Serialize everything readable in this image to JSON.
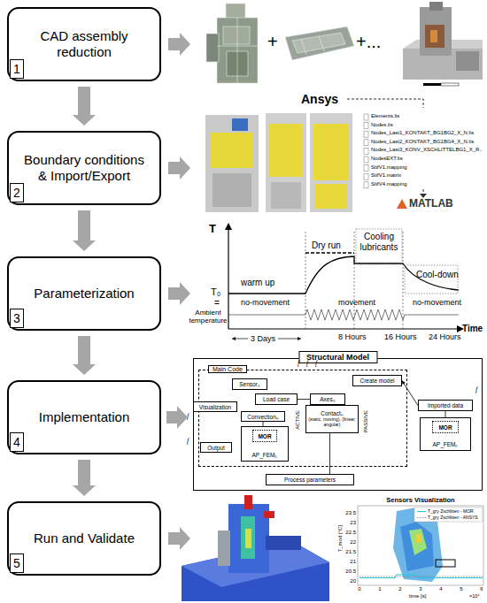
{
  "diagram": {
    "nodes": [
      {
        "text": [
          "CAD assembly reduction"
        ]
      },
      {
        "text": [
          "1"
        ],
        "in": 0
      },
      {
        "text": [
          "Boundary conditions & Import/Export"
        ]
      },
      {
        "text": [
          "2"
        ],
        "in": 2
      },
      {
        "text": [
          "Parameterization"
        ]
      },
      {
        "text": [
          "3"
        ],
        "in": 4
      },
      {
        "text": [
          "Implementation"
        ]
      },
      {
        "text": [
          "4"
        ],
        "in": 6
      },
      {
        "text": [
          "Run and Validate"
        ]
      },
      {
        "text": [
          "5"
        ],
        "in": 8
      },
      {
        "text": [
          "Structural Model"
        ]
      },
      {
        "text": [
          "Main Code"
        ],
        "in": 10
      },
      {
        "text": [
          "Sensorₙ"
        ],
        "in": 11
      },
      {
        "text": [
          "Create model"
        ],
        "in": 11
      },
      {
        "text": [
          "Load case"
        ],
        "in": 11
      },
      {
        "text": [
          "Axesₙ"
        ],
        "in": 11
      },
      {
        "text": [
          "Visualization"
        ],
        "in": 10
      },
      {
        "text": [
          "Convectionₙ"
        ],
        "in": 11
      },
      {
        "text": [
          "Contactₙ",
          "(static, moving), (linear, angular)"
        ],
        "in": 11
      },
      {
        "text": [
          "AP_FEMₙ"
        ],
        "in": 11
      },
      {
        "text": [
          "MOR"
        ],
        "in": 19
      },
      {
        "text": [
          "Output"
        ],
        "in": 10
      },
      {
        "text": [
          "Imported data"
        ],
        "in": 10
      },
      {
        "text": [
          "AP_FEMₙ"
        ],
        "in": 10
      },
      {
        "text": [
          "MOR"
        ],
        "in": 23
      },
      {
        "text": [
          "Process parameters"
        ],
        "in": 10
      }
    ],
    "edges": [
      {
        "from": 0,
        "to": 2,
        "arrow": "to"
      },
      {
        "from": 2,
        "to": 4,
        "arrow": "to"
      },
      {
        "from": 4,
        "to": 6,
        "arrow": "to"
      },
      {
        "from": 6,
        "to": 8,
        "arrow": "to"
      },
      {
        "from": 6,
        "to": 10,
        "arrow": "to"
      },
      {
        "from": 14,
        "to": 15,
        "arrow": "none"
      },
      {
        "from": 17,
        "to": 19,
        "arrow": "none"
      },
      {
        "from": 18,
        "to": 25,
        "arrow": "none"
      },
      {
        "from": 22,
        "to": 23,
        "arrow": "none"
      },
      {
        "from": 22,
        "to": 13,
        "arrow": "to"
      }
    ],
    "labels": [
      "+",
      "+...",
      "Ansys",
      "Elements.lis",
      "Nodes.lis",
      "Nodes_Last1_KONTAKT_BG1BG2_X_N.lis",
      "Nodes_Last2_KONTAKT_BG1BG4_X_N.lis",
      "Nodes_Last3_KONV_XSCHLITTELBG1_X_R..",
      "NodesEXT.lis",
      "StifV1.mapping",
      "StifV1.matrix",
      "StifV4.mapping",
      "MATLAB",
      "T",
      "warm up",
      "Dry run",
      "Cooling lubricants",
      "Cool-down",
      "T₀",
      "=",
      "Ambient temperature",
      "no-movement",
      "movement",
      "no-movement",
      "3 Days",
      "8 Hours",
      "16 Hours",
      "24 Hours",
      "Time",
      "f",
      "f",
      "f",
      "f",
      "f",
      "f",
      "ACTIVE",
      "PASSIVE",
      "Sensors Visualization",
      "20",
      "20.5",
      "21",
      "21.5",
      "22",
      "22.5",
      "23",
      "23.5",
      "0",
      "1",
      "2",
      "3",
      "4",
      "5",
      "6",
      "×10⁴",
      "T_mod [°C]",
      "time [s]"
    ],
    "legend": [
      {
        "text": "T_gry Zschlitten - MOR"
      },
      {
        "text": "T_gry Zschlitten - ANSYS"
      }
    ]
  }
}
